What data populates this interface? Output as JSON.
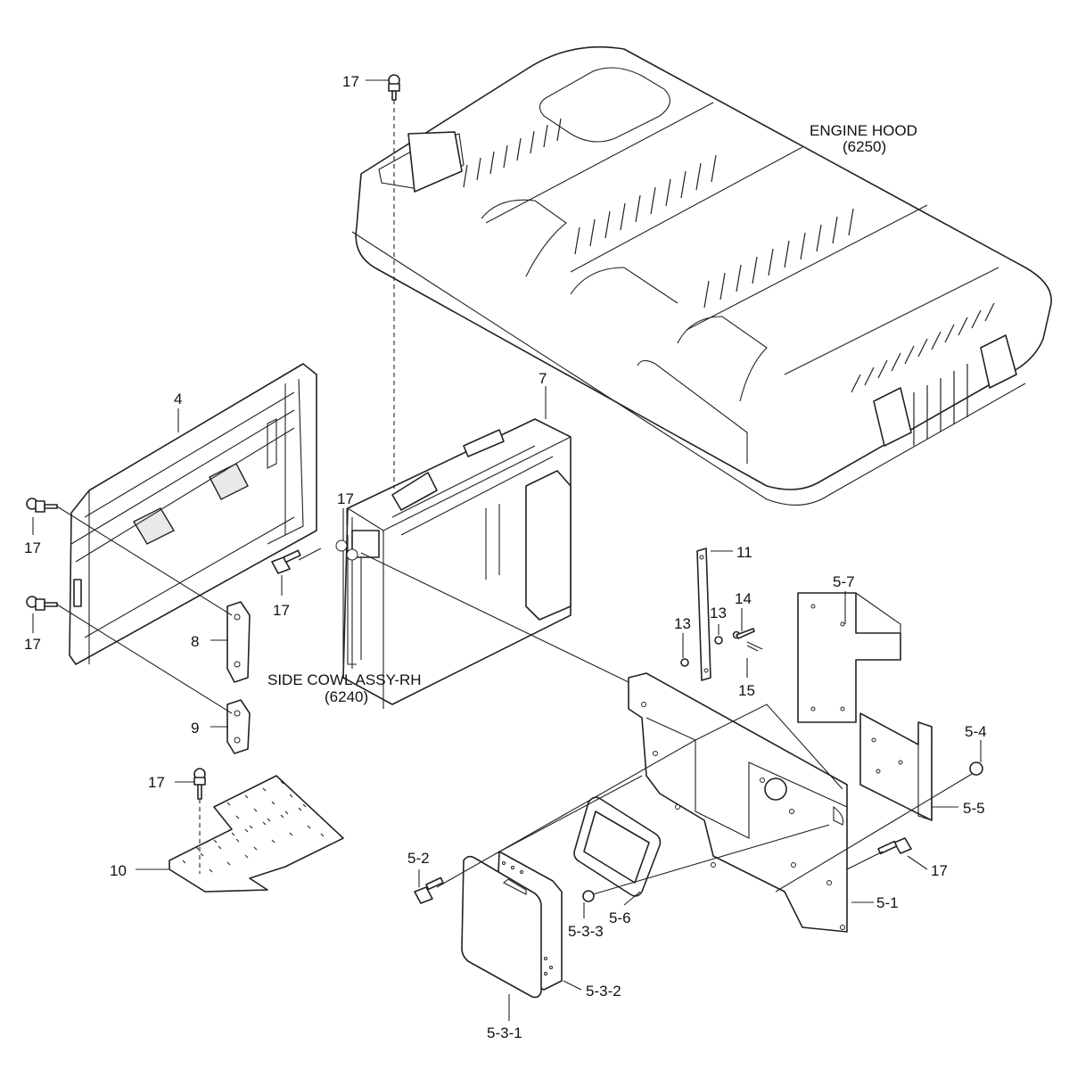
{
  "assemblies": {
    "engine_hood_name": "ENGINE HOOD",
    "engine_hood_code": "(6250)",
    "side_cowl_name": "SIDE COWL ASSY-RH",
    "side_cowl_code": "(6240)"
  },
  "callouts": {
    "p4": "4",
    "p7": "7",
    "p8": "8",
    "p9": "9",
    "p10": "10",
    "p11": "11",
    "p13a": "13",
    "p13b": "13",
    "p14": "14",
    "p15": "15",
    "p17_top": "17",
    "p17_left_upper": "17",
    "p17_left_lower": "17",
    "p17_mid": "17",
    "p17_cowl": "17",
    "p17_plate": "17",
    "p17_right": "17",
    "p5_1": "5-1",
    "p5_2": "5-2",
    "p5_3_1": "5-3-1",
    "p5_3_2": "5-3-2",
    "p5_3_3": "5-3-3",
    "p5_4": "5-4",
    "p5_5": "5-5",
    "p5_6": "5-6",
    "p5_7": "5-7"
  }
}
